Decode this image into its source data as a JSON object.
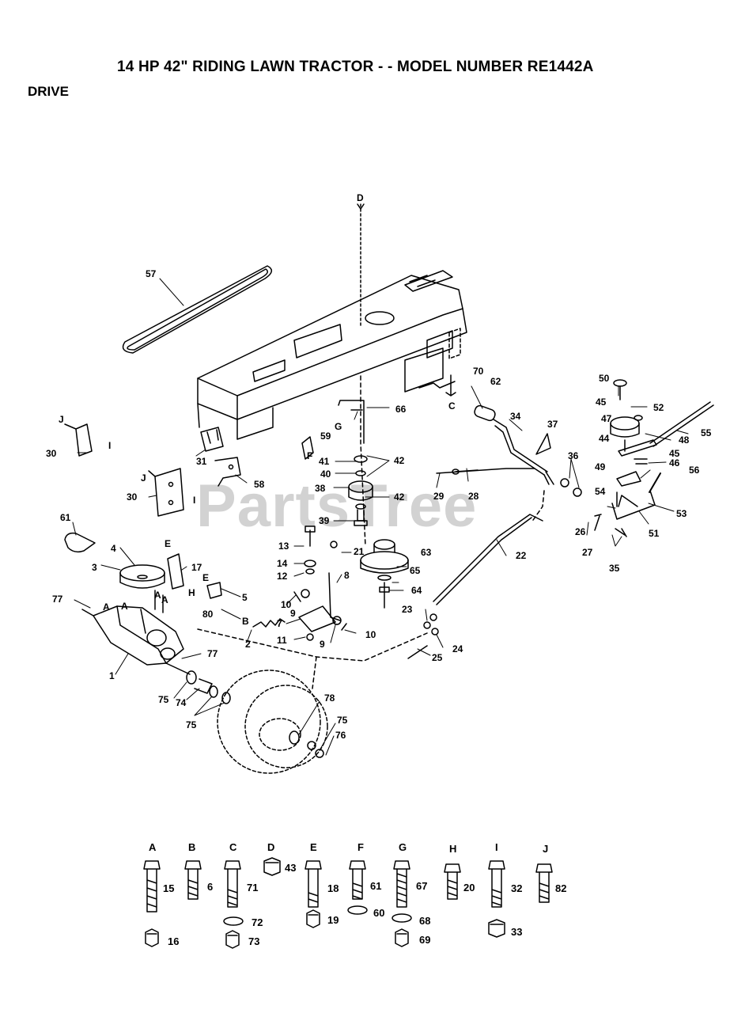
{
  "title": "14 HP 42\" RIDING LAWN TRACTOR - - MODEL NUMBER RE1442A",
  "section": "DRIVE",
  "watermark": "PartsTree",
  "callouts": [
    {
      "id": "c57",
      "label": "57"
    },
    {
      "id": "cD",
      "label": "D"
    },
    {
      "id": "c70",
      "label": "70"
    },
    {
      "id": "cC",
      "label": "C"
    },
    {
      "id": "c62",
      "label": "62"
    },
    {
      "id": "c34",
      "label": "34"
    },
    {
      "id": "c50",
      "label": "50"
    },
    {
      "id": "c45a",
      "label": "45"
    },
    {
      "id": "c52",
      "label": "52"
    },
    {
      "id": "c47",
      "label": "47"
    },
    {
      "id": "c44",
      "label": "44"
    },
    {
      "id": "c48",
      "label": "48"
    },
    {
      "id": "c55",
      "label": "55"
    },
    {
      "id": "c45b",
      "label": "45"
    },
    {
      "id": "c46",
      "label": "46"
    },
    {
      "id": "c49",
      "label": "49"
    },
    {
      "id": "c56",
      "label": "56"
    },
    {
      "id": "c37",
      "label": "37"
    },
    {
      "id": "c36",
      "label": "36"
    },
    {
      "id": "c54",
      "label": "54"
    },
    {
      "id": "c53",
      "label": "53"
    },
    {
      "id": "c51",
      "label": "51"
    },
    {
      "id": "c26",
      "label": "26"
    },
    {
      "id": "c27",
      "label": "27"
    },
    {
      "id": "c35",
      "label": "35"
    },
    {
      "id": "c66",
      "label": "66"
    },
    {
      "id": "cG",
      "label": "G"
    },
    {
      "id": "c59",
      "label": "59"
    },
    {
      "id": "c41",
      "label": "41"
    },
    {
      "id": "c42a",
      "label": "42"
    },
    {
      "id": "c40",
      "label": "40"
    },
    {
      "id": "cF",
      "label": "F"
    },
    {
      "id": "c38",
      "label": "38"
    },
    {
      "id": "c42b",
      "label": "42"
    },
    {
      "id": "c39",
      "label": "39"
    },
    {
      "id": "c29",
      "label": "29"
    },
    {
      "id": "c28",
      "label": "28"
    },
    {
      "id": "c22",
      "label": "22"
    },
    {
      "id": "c63",
      "label": "63"
    },
    {
      "id": "c65",
      "label": "65"
    },
    {
      "id": "c64",
      "label": "64"
    },
    {
      "id": "c21",
      "label": "21"
    },
    {
      "id": "c13",
      "label": "13"
    },
    {
      "id": "c14",
      "label": "14"
    },
    {
      "id": "c12",
      "label": "12"
    },
    {
      "id": "c8",
      "label": "8"
    },
    {
      "id": "c10a",
      "label": "10"
    },
    {
      "id": "c9a",
      "label": "9"
    },
    {
      "id": "c7",
      "label": "7"
    },
    {
      "id": "c11",
      "label": "11"
    },
    {
      "id": "c9b",
      "label": "9"
    },
    {
      "id": "c10b",
      "label": "10"
    },
    {
      "id": "c23",
      "label": "23"
    },
    {
      "id": "c24",
      "label": "24"
    },
    {
      "id": "c25",
      "label": "25"
    },
    {
      "id": "c30a",
      "label": "30"
    },
    {
      "id": "cJ1",
      "label": "J"
    },
    {
      "id": "cI1",
      "label": "I"
    },
    {
      "id": "c31",
      "label": "31"
    },
    {
      "id": "c58",
      "label": "58"
    },
    {
      "id": "c30b",
      "label": "30"
    },
    {
      "id": "cJ2",
      "label": "J"
    },
    {
      "id": "cI2",
      "label": "I"
    },
    {
      "id": "c61",
      "label": "61"
    },
    {
      "id": "c4",
      "label": "4"
    },
    {
      "id": "cE1",
      "label": "E"
    },
    {
      "id": "c17",
      "label": "17"
    },
    {
      "id": "c3",
      "label": "3"
    },
    {
      "id": "cH",
      "label": "H"
    },
    {
      "id": "cE2",
      "label": "E"
    },
    {
      "id": "c5",
      "label": "5"
    },
    {
      "id": "cB",
      "label": "B"
    },
    {
      "id": "c80",
      "label": "80"
    },
    {
      "id": "c2",
      "label": "2"
    },
    {
      "id": "c77a",
      "label": "77"
    },
    {
      "id": "cA1",
      "label": "A"
    },
    {
      "id": "cA2",
      "label": "A"
    },
    {
      "id": "cA3",
      "label": "A"
    },
    {
      "id": "cA4",
      "label": "A"
    },
    {
      "id": "c77b",
      "label": "77"
    },
    {
      "id": "c1",
      "label": "1"
    },
    {
      "id": "c75a",
      "label": "75"
    },
    {
      "id": "c74",
      "label": "74"
    },
    {
      "id": "c75b",
      "label": "75"
    },
    {
      "id": "c78",
      "label": "78"
    },
    {
      "id": "c75c",
      "label": "75"
    },
    {
      "id": "c76",
      "label": "76"
    }
  ],
  "hardware": [
    {
      "letter": "A",
      "bolt": "15",
      "nut": "16"
    },
    {
      "letter": "B",
      "bolt": "6"
    },
    {
      "letter": "C",
      "bolt": "71",
      "washer": "72",
      "nut": "73"
    },
    {
      "letter": "D",
      "nut_top": "43"
    },
    {
      "letter": "E",
      "bolt": "18",
      "nut": "19"
    },
    {
      "letter": "F",
      "bolt": "61",
      "washer": "60"
    },
    {
      "letter": "G",
      "bolt": "67",
      "washer": "68",
      "nut": "69"
    },
    {
      "letter": "H",
      "bolt": "20"
    },
    {
      "letter": "I",
      "bolt": "32",
      "nut": "33"
    },
    {
      "letter": "J",
      "bolt": "82"
    }
  ]
}
